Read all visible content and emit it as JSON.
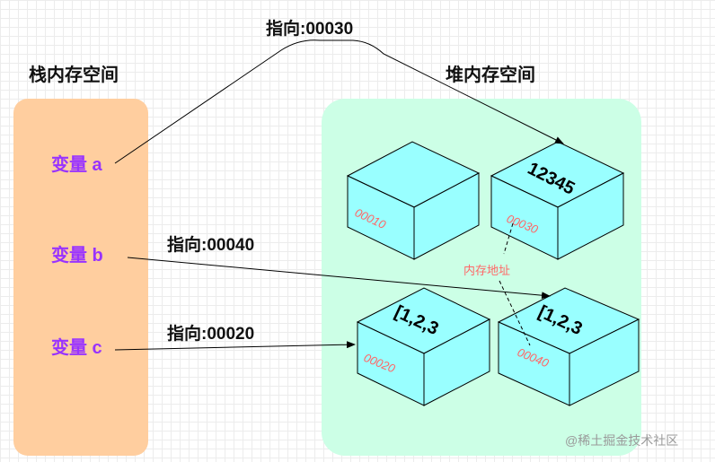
{
  "stack": {
    "title": "栈内存空间",
    "vars": [
      {
        "label": "变量 a"
      },
      {
        "label": "变量 b"
      },
      {
        "label": "变量 c"
      }
    ]
  },
  "heap": {
    "title": "堆内存空间",
    "mem_label": "内存地址",
    "boxes": [
      {
        "value": "",
        "address": "00010"
      },
      {
        "value": "12345",
        "address": "00030"
      },
      {
        "value": "[1,2,3",
        "address": "00020"
      },
      {
        "value": "[1,2,3",
        "address": "00040"
      }
    ]
  },
  "pointers": [
    {
      "label": "指向:00030"
    },
    {
      "label": "指向:00040"
    },
    {
      "label": "指向:00020"
    }
  ],
  "watermark": "@稀土掘金技术社区",
  "colors": {
    "stack_bg": "#ffce9f",
    "heap_bg": "#ccffe6",
    "box_fill": "#99ffff",
    "var_text": "#9933ff",
    "address_text": "#ff6666"
  }
}
